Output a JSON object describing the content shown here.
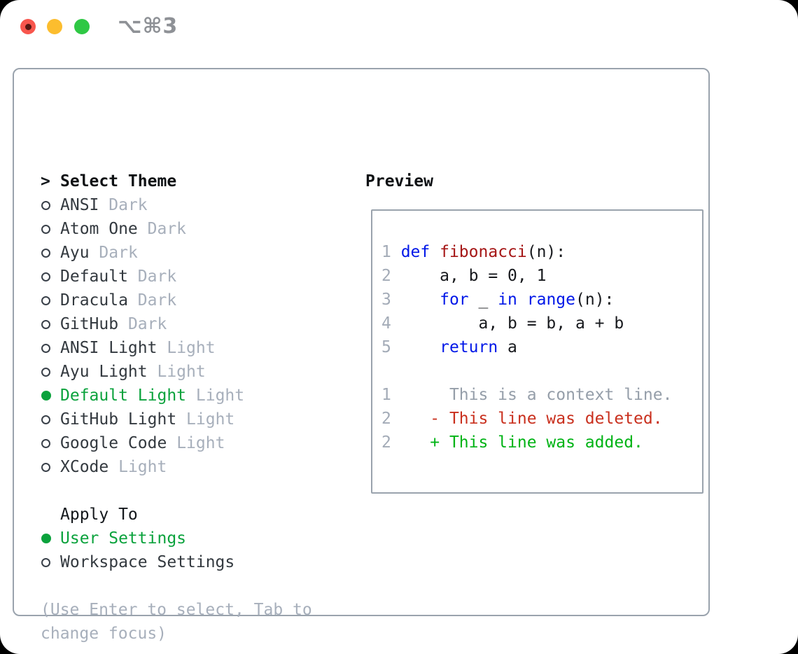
{
  "titlebar": {
    "shortcut": "⌥⌘3"
  },
  "theme_picker": {
    "prompt_marker": ">",
    "header": "Select Theme",
    "items": [
      {
        "name": "ANSI",
        "variant": "Dark",
        "selected": false
      },
      {
        "name": "Atom One",
        "variant": "Dark",
        "selected": false
      },
      {
        "name": "Ayu",
        "variant": "Dark",
        "selected": false
      },
      {
        "name": "Default",
        "variant": "Dark",
        "selected": false
      },
      {
        "name": "Dracula",
        "variant": "Dark",
        "selected": false
      },
      {
        "name": "GitHub",
        "variant": "Dark",
        "selected": false
      },
      {
        "name": "ANSI Light",
        "variant": "Light",
        "selected": false
      },
      {
        "name": "Ayu Light",
        "variant": "Light",
        "selected": false
      },
      {
        "name": "Default Light",
        "variant": "Light",
        "selected": true
      },
      {
        "name": "GitHub Light",
        "variant": "Light",
        "selected": false
      },
      {
        "name": "Google Code",
        "variant": "Light",
        "selected": false
      },
      {
        "name": "XCode",
        "variant": "Light",
        "selected": false
      }
    ]
  },
  "apply_to": {
    "header": "Apply To",
    "options": [
      {
        "label": "User Settings",
        "selected": true
      },
      {
        "label": "Workspace Settings",
        "selected": false
      }
    ]
  },
  "hint": {
    "line1": "(Use Enter to select, Tab to",
    "line2": "change focus)"
  },
  "preview": {
    "label": "Preview",
    "lines": [
      {
        "segs": [
          {
            "t": "1 ",
            "c": "num"
          },
          {
            "t": "def",
            "c": "kw"
          },
          {
            "t": " ",
            "c": "plain"
          },
          {
            "t": "fibonacci",
            "c": "fn"
          },
          {
            "t": "(n):",
            "c": "plain"
          }
        ]
      },
      {
        "segs": [
          {
            "t": "2 ",
            "c": "num"
          },
          {
            "t": "    a, b = 0, 1",
            "c": "plain"
          }
        ]
      },
      {
        "segs": [
          {
            "t": "3 ",
            "c": "num"
          },
          {
            "t": "    ",
            "c": "plain"
          },
          {
            "t": "for",
            "c": "kw"
          },
          {
            "t": " _ ",
            "c": "plain"
          },
          {
            "t": "in",
            "c": "kw"
          },
          {
            "t": " ",
            "c": "plain"
          },
          {
            "t": "range",
            "c": "kw"
          },
          {
            "t": "(n):",
            "c": "plain"
          }
        ]
      },
      {
        "segs": [
          {
            "t": "4 ",
            "c": "num"
          },
          {
            "t": "        a, b = b, a + b",
            "c": "plain"
          }
        ]
      },
      {
        "segs": [
          {
            "t": "5 ",
            "c": "num"
          },
          {
            "t": "    ",
            "c": "plain"
          },
          {
            "t": "return",
            "c": "kw"
          },
          {
            "t": " a",
            "c": "plain"
          }
        ]
      },
      {
        "segs": [
          {
            "t": "",
            "c": "plain"
          }
        ]
      },
      {
        "segs": [
          {
            "t": "1 ",
            "c": "num"
          },
          {
            "t": "     This is a context line.",
            "c": "ctx"
          }
        ]
      },
      {
        "segs": [
          {
            "t": "2 ",
            "c": "num"
          },
          {
            "t": "   - This line was deleted.",
            "c": "del"
          }
        ]
      },
      {
        "segs": [
          {
            "t": "2 ",
            "c": "num"
          },
          {
            "t": "   + This line was added.",
            "c": "add"
          }
        ]
      }
    ]
  },
  "colors": {
    "selection_green": "#0aa23c",
    "added_green": "#00b315",
    "deleted_red": "#c9301e",
    "keyword_blue": "#0017e8",
    "function_red": "#a51616",
    "muted_gray": "#a7afbb",
    "line_number_gray": "#a3abb7",
    "context_gray": "#959ea9",
    "border_gray": "#9aa3ad",
    "traffic_red": "#f8564d",
    "traffic_yellow": "#fcbd2e",
    "traffic_green": "#2fc844"
  }
}
